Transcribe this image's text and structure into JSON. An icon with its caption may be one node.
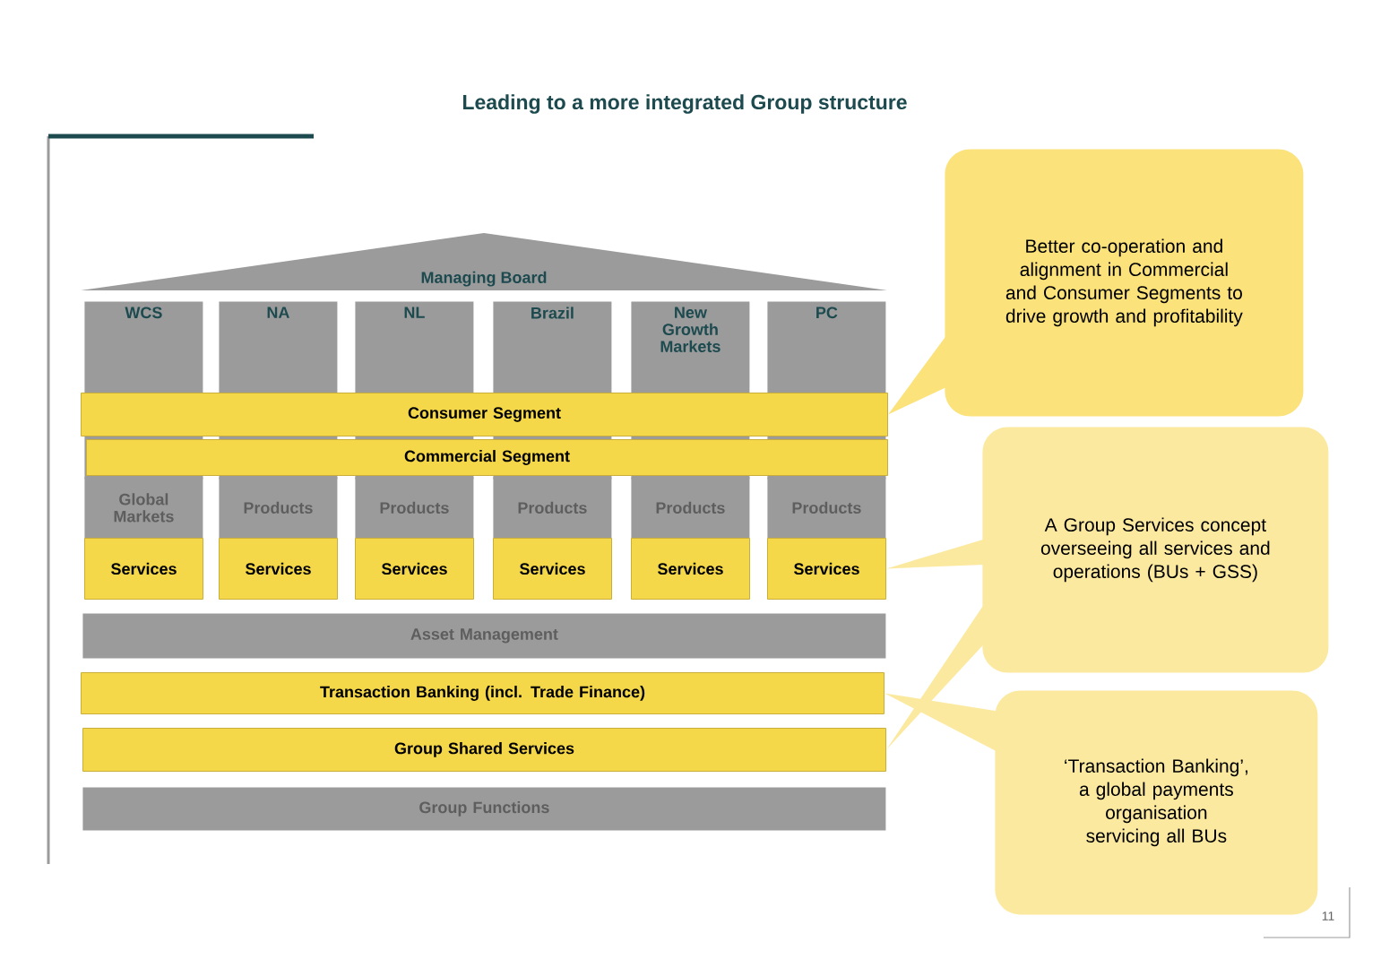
{
  "diagram": {
    "title": "Leading to a more integrated Group structure",
    "nodes": [
      {
        "text": [
          "Managing Board"
        ]
      },
      {
        "text": [
          "WCS"
        ]
      },
      {
        "text": [
          "NA"
        ]
      },
      {
        "text": [
          "NL"
        ]
      },
      {
        "text": [
          "Brazil"
        ]
      },
      {
        "text": [
          "New Growth Markets"
        ]
      },
      {
        "text": [
          "PC"
        ]
      },
      {
        "text": [
          "Consumer Segment"
        ]
      },
      {
        "text": [
          "Commercial Segment"
        ]
      },
      {
        "text": [
          "Global Markets"
        ]
      },
      {
        "text": [
          "Products"
        ]
      },
      {
        "text": [
          "Products"
        ]
      },
      {
        "text": [
          "Products"
        ]
      },
      {
        "text": [
          "Products"
        ]
      },
      {
        "text": [
          "Products"
        ]
      },
      {
        "text": [
          "Services"
        ]
      },
      {
        "text": [
          "Services"
        ]
      },
      {
        "text": [
          "Services"
        ]
      },
      {
        "text": [
          "Services"
        ]
      },
      {
        "text": [
          "Services"
        ]
      },
      {
        "text": [
          "Services"
        ]
      },
      {
        "text": [
          "Asset Management"
        ]
      },
      {
        "text": [
          "Transaction Banking (incl. Trade Finance)"
        ]
      },
      {
        "text": [
          "Group Shared Services"
        ]
      },
      {
        "text": [
          "Group Functions"
        ]
      },
      {
        "text": [
          "Better co-operation and alignment in Commercial and Consumer Segments to drive growth and profitability"
        ]
      },
      {
        "text": [
          "A Group Services concept overseeing all services and operations (BUs + GSS)"
        ]
      },
      {
        "text": [
          "‘Transaction Banking’, a global payments organisation servicing all BUs"
        ]
      }
    ],
    "edges": [
      {
        "from": 25,
        "to": 7,
        "arrow": "to"
      },
      {
        "from": 26,
        "to": 20,
        "arrow": "to"
      },
      {
        "from": 26,
        "to": 23,
        "arrow": "to"
      },
      {
        "from": 27,
        "to": 22,
        "arrow": "to"
      }
    ],
    "labels": [
      "11"
    ]
  }
}
